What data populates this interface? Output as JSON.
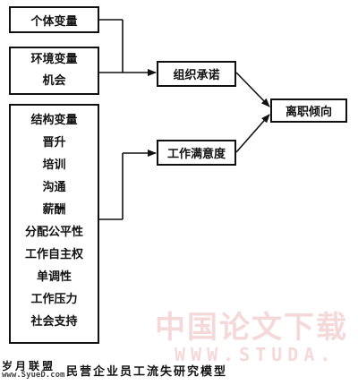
{
  "boxes": {
    "individual": "个体变量",
    "env_lines": [
      "环境变量",
      "机会"
    ],
    "struct_lines": [
      "结构变量",
      "晋升",
      "培训",
      "沟通",
      "薪酬",
      "分配公平性",
      "工作自主权",
      "单调性",
      "工作压力",
      "社会支持"
    ],
    "commitment": "组织承诺",
    "satisfaction": "工作满意度",
    "turnover": "离职倾向"
  },
  "caption": {
    "left_logo": "岁月联盟",
    "left_sub": "www.SyueD.com",
    "main": "民营企业员工流失研究模型"
  },
  "watermark": {
    "cn": "中国论文下载",
    "url": "WWW.STUDA."
  },
  "colors": {
    "line": "#111111",
    "watermark": "#dc7878"
  }
}
